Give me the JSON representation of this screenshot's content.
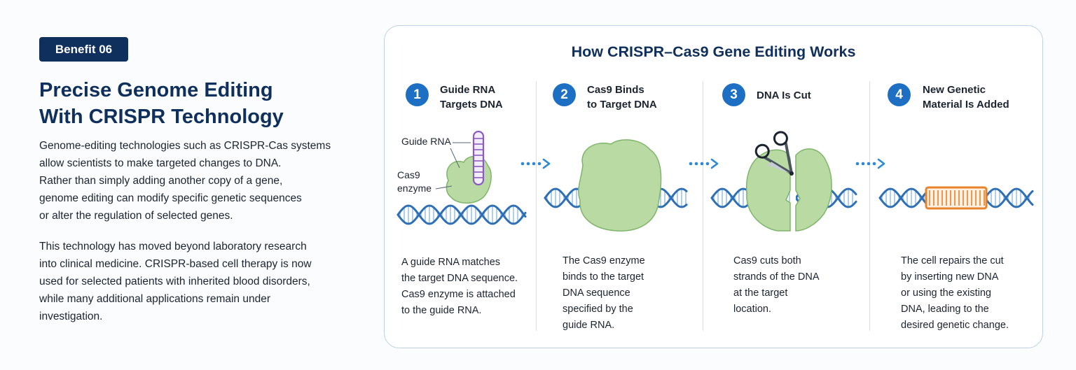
{
  "left": {
    "badge": "Benefit 06",
    "headline": [
      "Precise Genome Editing",
      "With CRISPR Technology"
    ],
    "paragraph1": [
      "Genome-editing technologies such as CRISPR-Cas systems",
      "allow scientists to make targeted changes to DNA.",
      "Rather than simply adding another copy of a gene,",
      "genome editing can modify specific genetic sequences",
      "or alter the regulation of selected genes."
    ],
    "paragraph2": [
      "This technology has moved beyond laboratory research",
      "into clinical medicine. CRISPR-based cell therapy is now",
      "used for selected patients with inherited blood disorders,",
      "while many additional applications remain under",
      "investigation."
    ]
  },
  "panel": {
    "title": "How CRISPR–Cas9 Gene Editing Works",
    "steps": [
      {
        "number": "1",
        "title": [
          "Guide RNA",
          "Targets DNA"
        ],
        "labels": [
          "Guide RNA",
          "Cas9",
          "enzyme"
        ],
        "description": [
          "A guide RNA matches",
          "the target DNA sequence.",
          "Cas9 enzyme is attached",
          "to the guide RNA."
        ]
      },
      {
        "number": "2",
        "title": [
          "Cas9 Binds",
          "to Target DNA"
        ],
        "description": [
          "The Cas9 enzyme",
          "binds to the target",
          "DNA sequence",
          "specified by the",
          "guide RNA."
        ]
      },
      {
        "number": "3",
        "title": [
          "DNA Is Cut"
        ],
        "description": [
          "Cas9 cuts both",
          "strands of the DNA",
          "at the target",
          "location."
        ]
      },
      {
        "number": "4",
        "title": [
          "New Genetic",
          "Material Is Added"
        ],
        "description": [
          "The cell repairs the cut",
          "by inserting new DNA",
          "or using the existing",
          "DNA, leading to the",
          "desired genetic change."
        ]
      }
    ]
  },
  "colors": {
    "navy": "#0f2f5c",
    "step_blue": "#1d6fc4",
    "dna_blue": "#2e6fb5",
    "dna_light": "#9cc3e6",
    "cas9_green": "#b9dba3",
    "cas9_stroke": "#7fb56a",
    "guide_rna_purple": "#8a5cc2",
    "new_dna_orange": "#e8832a",
    "arrow_blue": "#2a8ad6",
    "panel_border": "#bcd1e6"
  },
  "icons": [
    "scissors-icon",
    "dotted-arrow-icon",
    "dna-helix-icon",
    "cas9-enzyme-icon",
    "guide-rna-icon"
  ]
}
